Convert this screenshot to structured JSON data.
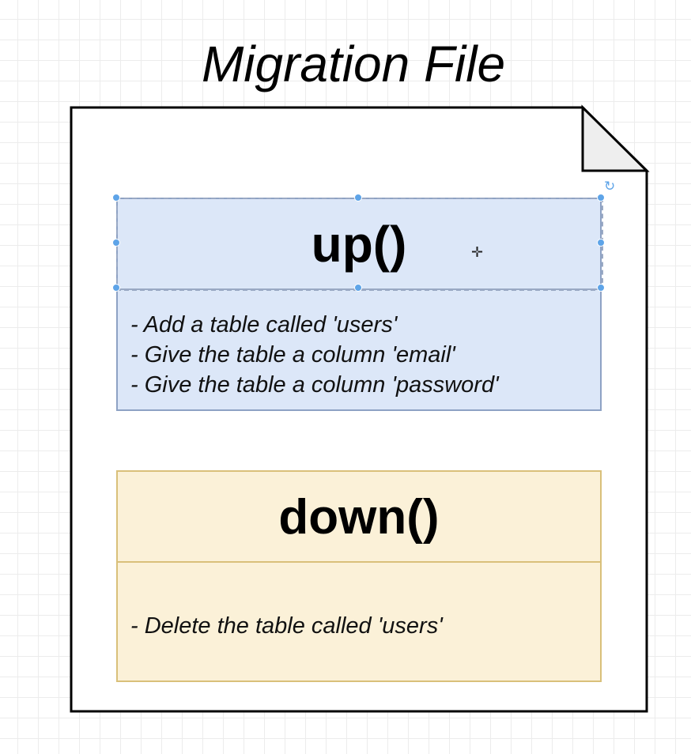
{
  "title": "Migration File",
  "up_block": {
    "header": "up()",
    "items": [
      "- Add a table called 'users'",
      "- Give the table a column 'email'",
      "- Give the table a column 'password'"
    ]
  },
  "down_block": {
    "header": "down()",
    "items": [
      "- Delete the table called 'users'"
    ]
  },
  "colors": {
    "up_fill": "#dce7f8",
    "up_border": "#8ea2c4",
    "down_fill": "#fbf1d8",
    "down_border": "#d9c07a",
    "selection_handle": "#5ea4e8"
  },
  "icons": {
    "rotate": "rotate-icon",
    "move": "move-cursor-icon"
  }
}
